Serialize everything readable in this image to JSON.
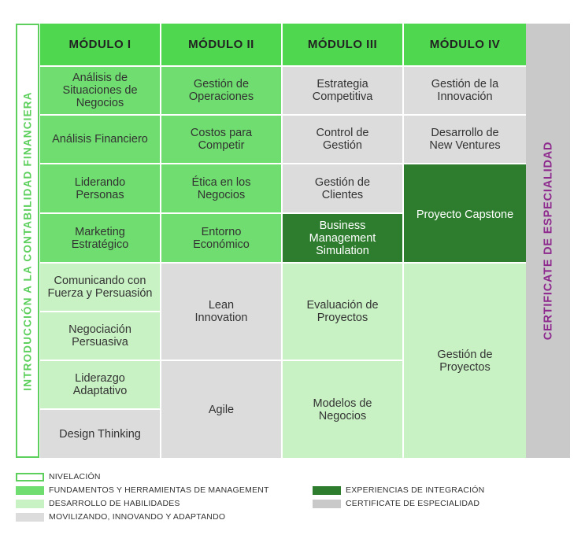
{
  "side_label": "INTRODUCCIÓN A LA CONTABILIDAD FINANCIERA",
  "cert_label": "CERTIFICATE DE ESPECIALIDAD",
  "modules": [
    "MÓDULO I",
    "MÓDULO II",
    "MÓDULO III",
    "MÓDULO IV"
  ],
  "col1": {
    "r1": "Análisis de\nSituaciones de\nNegocios",
    "r2": "Análisis Financiero",
    "r3": "Liderando\nPersonas",
    "r4": "Marketing\nEstratégico",
    "r5": "Comunicando con\nFuerza y Persuasión",
    "r6": "Negociación\nPersuasiva",
    "r7": "Liderazgo\nAdaptativo",
    "r8": "Design Thinking"
  },
  "col2": {
    "r1": "Gestión de\nOperaciones",
    "r2": "Costos para\nCompetir",
    "r3": "Ética en los\nNegocios",
    "r4": "Entorno\nEconómico",
    "r5": "Lean\nInnovation",
    "r6": "Agile"
  },
  "col3": {
    "r1": "Estrategia\nCompetitiva",
    "r2": "Control de\nGestión",
    "r3": "Gestión de\nClientes",
    "r4": "Business\nManagement\nSimulation",
    "r5": "Evaluación de\nProyectos",
    "r6": "Modelos de\nNegocios"
  },
  "col4": {
    "r1": "Gestión de la\nInnovación",
    "r2": "Desarrollo de\nNew Ventures",
    "r3": "Proyecto Capstone",
    "r4": "Gestión de\nProyectos"
  },
  "legend": [
    {
      "label": "NIVELACIÓN",
      "color": "#ffffff",
      "border": "#5ccf5c"
    },
    {
      "label": "FUNDAMENTOS Y HERRAMIENTAS DE MANAGEMENT",
      "color": "#6fdd6f"
    },
    {
      "label": "DESARROLLO DE HABILIDADES",
      "color": "#c9f2c4"
    },
    {
      "label": "MOVILIZANDO, INNOVANDO Y ADAPTANDO",
      "color": "#dcdcdc"
    },
    {
      "label": "EXPERIENCIAS DE INTEGRACIÓN",
      "color": "#2e7d2e"
    },
    {
      "label": "CERTIFICATE DE ESPECIALIDAD",
      "color": "#c9c9c9"
    }
  ]
}
